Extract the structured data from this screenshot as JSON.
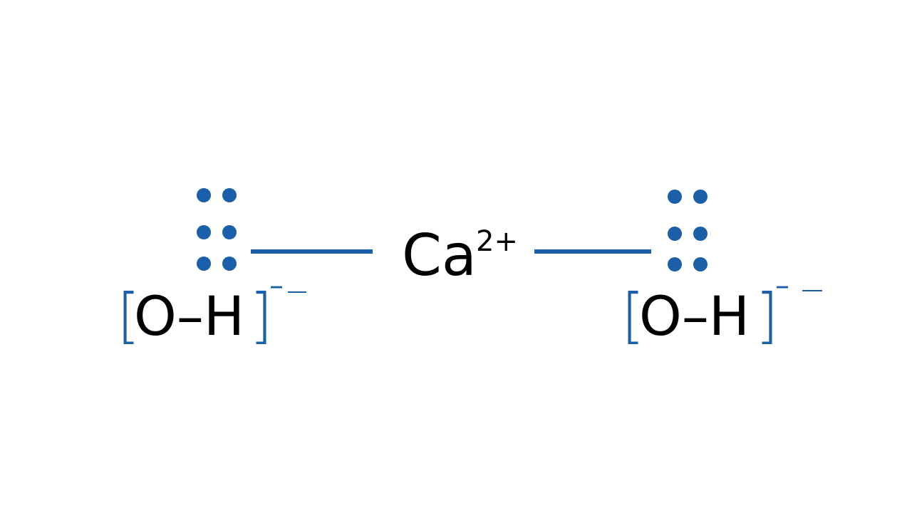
{
  "colors": {
    "accent": "#1a5fa8",
    "text": "#000000",
    "background": "#ffffff"
  },
  "central_ion": {
    "symbol": "Ca",
    "charge": "2+"
  },
  "left_ion": {
    "open_bracket": "[",
    "atoms": "O–H",
    "close_bracket": "]",
    "charge": "–",
    "lone_pair_dots": 6
  },
  "right_ion": {
    "open_bracket": "[",
    "atoms": "O–H",
    "close_bracket": "]",
    "charge": "–",
    "lone_pair_dots": 6
  }
}
